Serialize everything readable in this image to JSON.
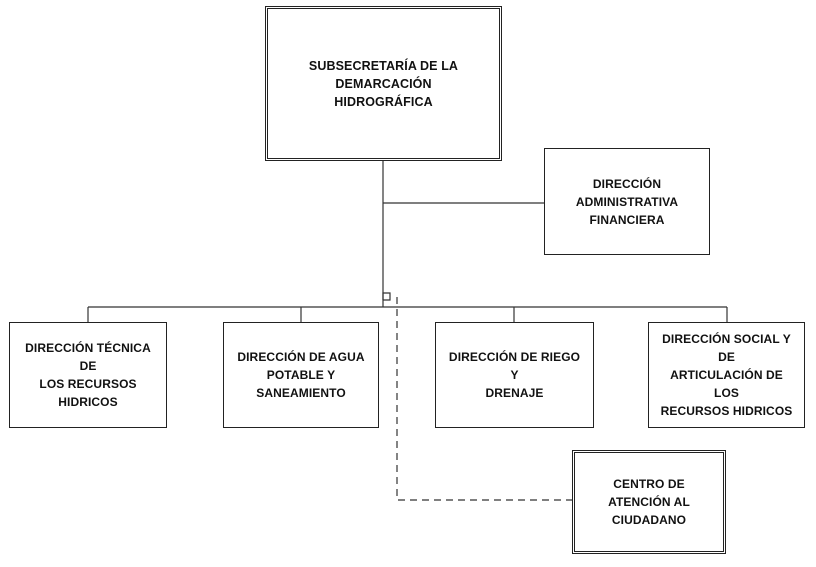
{
  "org_chart": {
    "root": {
      "label": "SUBSECRETARÍA DE LA DEMARCACIÓN\nHIDROGRÁFICA"
    },
    "staff_unit": {
      "label": "DIRECCIÓN\nADMINISTRATIVA\nFINANCIERA"
    },
    "directorates": [
      {
        "label": "DIRECCIÓN TÉCNICA DE\nLOS RECURSOS HIDRICOS"
      },
      {
        "label": "DIRECCIÓN DE AGUA\nPOTABLE Y SANEAMIENTO"
      },
      {
        "label": "DIRECCIÓN DE RIEGO Y\nDRENAJE"
      },
      {
        "label": "DIRECCIÓN SOCIAL Y DE\nARTICULACIÓN DE LOS\nRECURSOS HIDRICOS"
      }
    ],
    "support_unit": {
      "label": "CENTRO DE ATENCIÓN AL\nCIUDADANO",
      "connection": "dashed"
    }
  }
}
